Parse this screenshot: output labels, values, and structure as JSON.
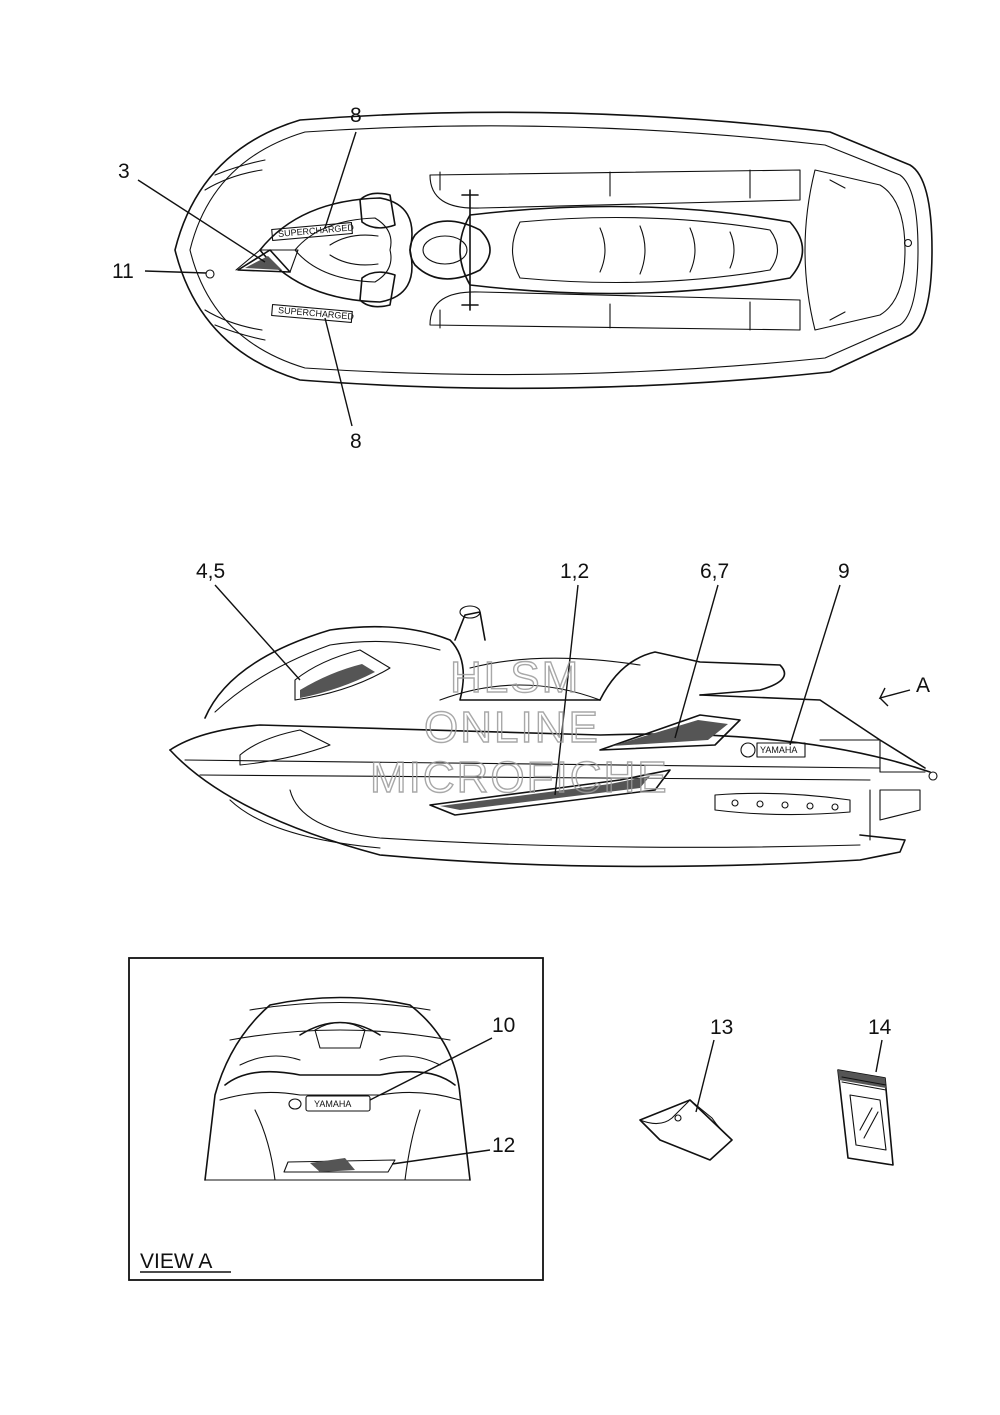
{
  "callouts": {
    "top_3": "3",
    "top_8_upper": "8",
    "top_11": "11",
    "top_8_lower": "8",
    "side_45": "4,5",
    "side_12": "1,2",
    "side_67": "6,7",
    "side_9": "9",
    "side_arrow": "A",
    "view_10": "10",
    "view_12": "12",
    "item_13": "13",
    "item_14": "14"
  },
  "view_a_title": "VIEW A",
  "decals": {
    "supercharged_upper": "SUPERCHARGED",
    "supercharged_lower": "SUPERCHARGED",
    "yamaha_side": "YAMAHA",
    "yamaha_rear": "YAMAHA"
  },
  "watermark": {
    "line1": "HLSM",
    "line2": "ONLINE",
    "line3": "MICROFICHE"
  }
}
